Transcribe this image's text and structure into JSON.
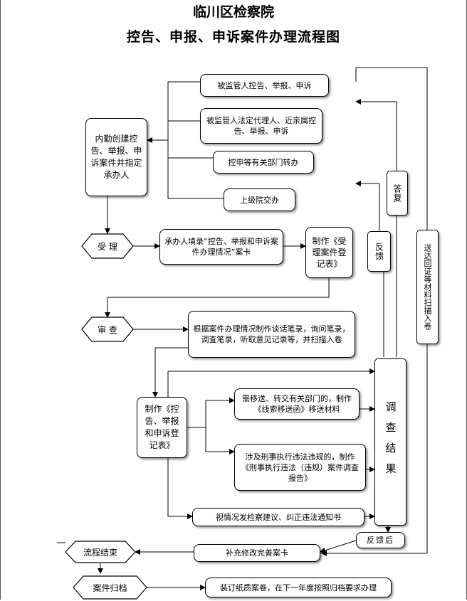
{
  "header": {
    "org": "临川区检察院",
    "title": "控告、申报、申诉案件办理流程图"
  },
  "nodes": {
    "complaint_supervised": "被监管人控告、举报、申诉",
    "complaint_relatives": "被监管人法定代理人、近亲属控告、举报、申诉",
    "transfer_departments": "控申等有关部门转办",
    "superior_assign": "上级院交办",
    "internal_create": "内勤创建控告、举报、申诉案件并指定承办人",
    "accept": "受  理",
    "handler_fill": "承办人填录“控告、举报和申诉案件办理情况”案卡",
    "make_register": "制作《受理案件登记表》",
    "review": "审  查",
    "make_records": "根据案件办理情况制作谈话笔录，询问笔录，调查笔录，听取意见记录等，并扫描入卷",
    "make_form": "制作《控告、举报和申诉登记表》",
    "transfer_clue": "需移送、转交有关部门的，制作《线索移送函》移送材料",
    "violation_report": "涉及刑事执行违法违规的，制作《刑事执行违法（违规）案件调查报告》",
    "prosecution_advice": "视情况发检察建议、纠正违法通知书",
    "investigation_result": "调查结果",
    "feedback_after": "反馈后",
    "supplement": "补充修改完善案卡",
    "flow_end": "流程结束",
    "archive": "案件归档",
    "bind_archive": "装订纸质案卷，在下一年度按照归档要求办理",
    "feedback": "反馈",
    "reply": "答复",
    "send_back": "送达回证等材料扫描入卷"
  }
}
